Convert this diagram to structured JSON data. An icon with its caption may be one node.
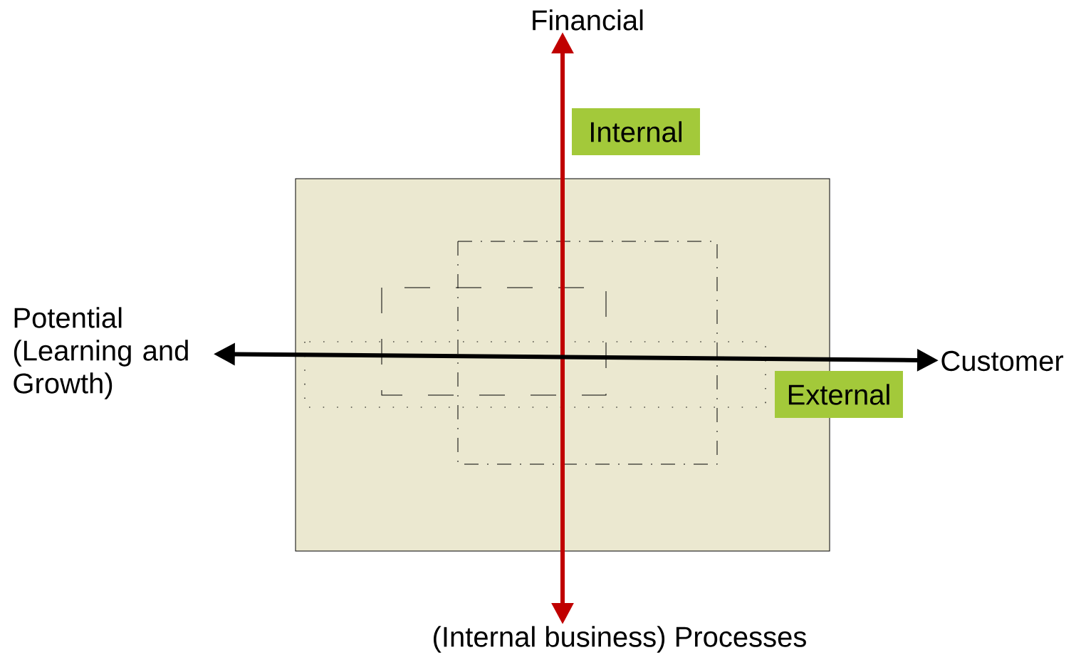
{
  "diagram": {
    "nodes": [
      {
        "text": [
          "Financial"
        ]
      },
      {
        "text": [
          "Internal"
        ]
      },
      {
        "text": [
          "Potential (Learning and Growth)"
        ]
      },
      {
        "text": [
          "Customer"
        ]
      },
      {
        "text": [
          "External"
        ]
      },
      {
        "text": [
          "(Internal business) Processes"
        ]
      }
    ],
    "edges": [
      {
        "from": 5,
        "to": 0,
        "arrow": "both",
        "color": "#c00000"
      },
      {
        "from": 2,
        "to": 3,
        "arrow": "both",
        "color": "#000000"
      }
    ]
  }
}
